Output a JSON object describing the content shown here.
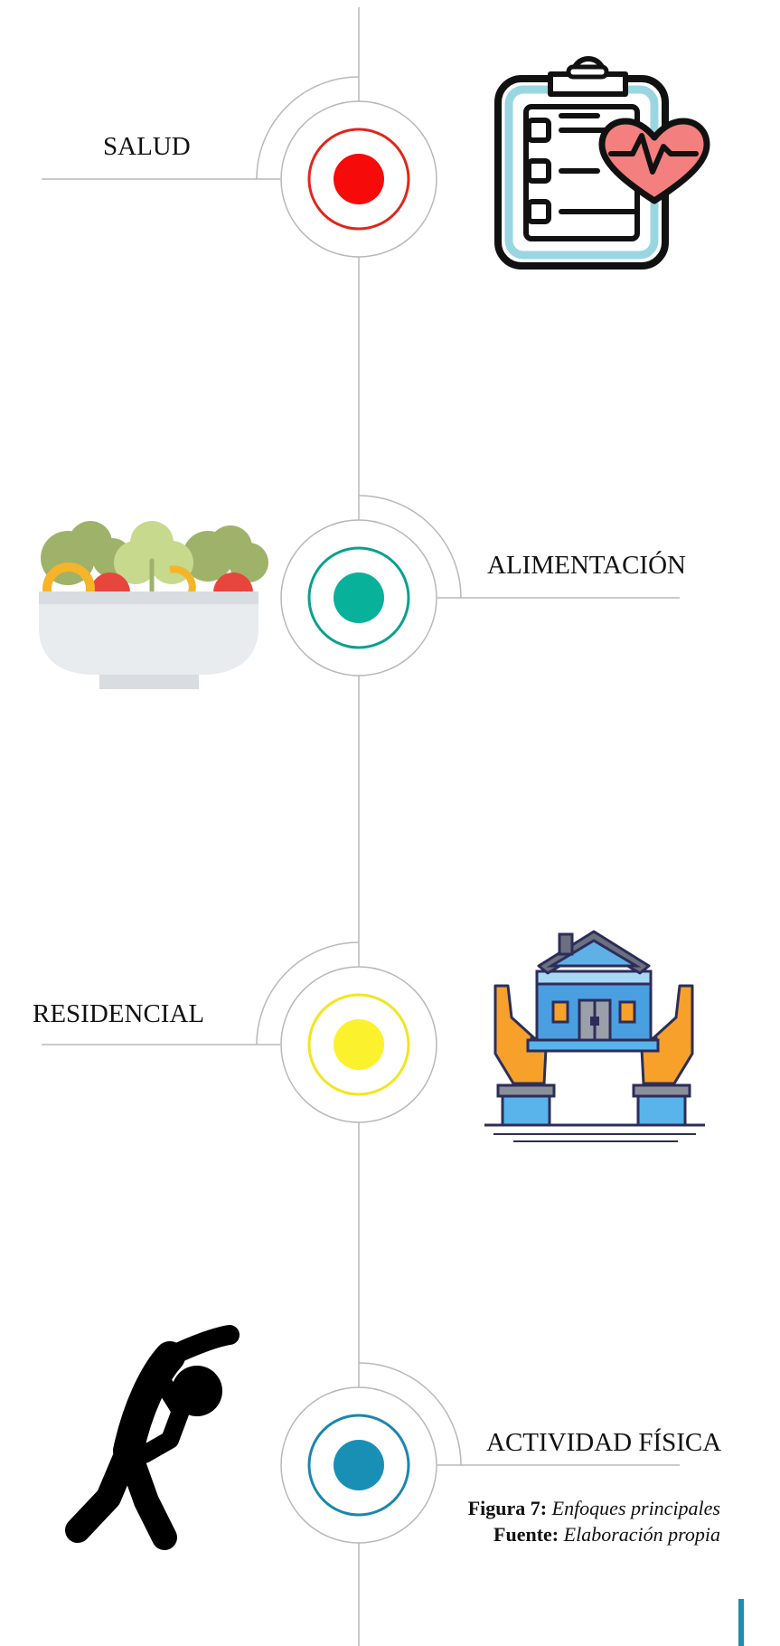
{
  "nodes": [
    {
      "label": "SALUD",
      "color": "#f60a0a",
      "ring": "#e0261c",
      "icon": "health-checklist-icon"
    },
    {
      "label": "ALIMENTACIÓN",
      "color": "#08b19a",
      "ring": "#0aa08e",
      "icon": "salad-bowl-icon"
    },
    {
      "label": "RESIDENCIAL",
      "color": "#fbf12c",
      "ring": "#f1e61e",
      "icon": "house-in-hands-icon"
    },
    {
      "label": "ACTIVIDAD FÍSICA",
      "color": "#1a8fb6",
      "ring": "#1b86ad",
      "icon": "stretching-person-icon"
    }
  ],
  "caption": {
    "figure_label": "Figura 7:",
    "figure_text": "Enfoques principales",
    "source_label": "Fuente:",
    "source_text": "Elaboración propia"
  },
  "colors": {
    "line": "#b8b8b8",
    "accent_bar": "#1a8fb0"
  }
}
